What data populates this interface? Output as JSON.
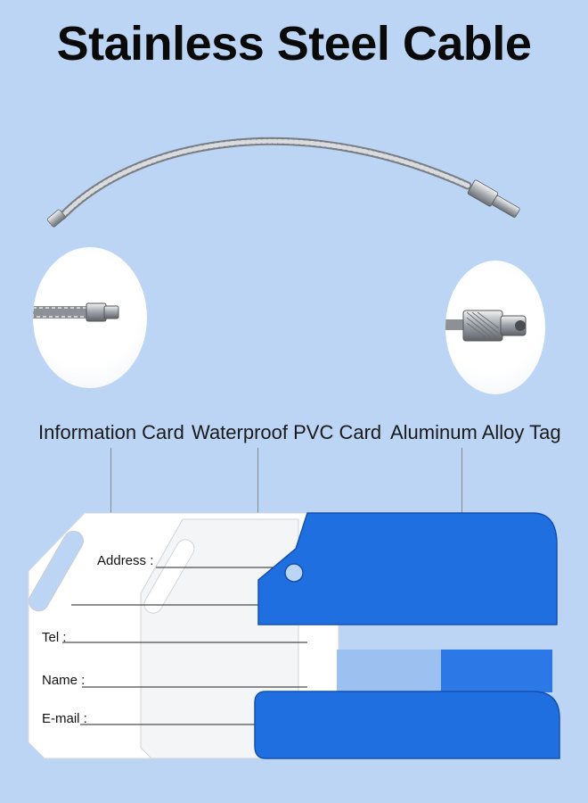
{
  "title": "Stainless Steel Cable",
  "labels": {
    "information_card": "Information Card",
    "pvc_card": "Waterproof PVC Card",
    "aluminum_tag": "Aluminum Alloy Tag"
  },
  "card_fields": {
    "address": "Address :",
    "tel": "Tel :",
    "name": "Name :",
    "email": "E-mail :"
  },
  "colors": {
    "background": "#bcd5f5",
    "aluminum_tag": "#1f6fe0",
    "information_card": "#ffffff"
  }
}
